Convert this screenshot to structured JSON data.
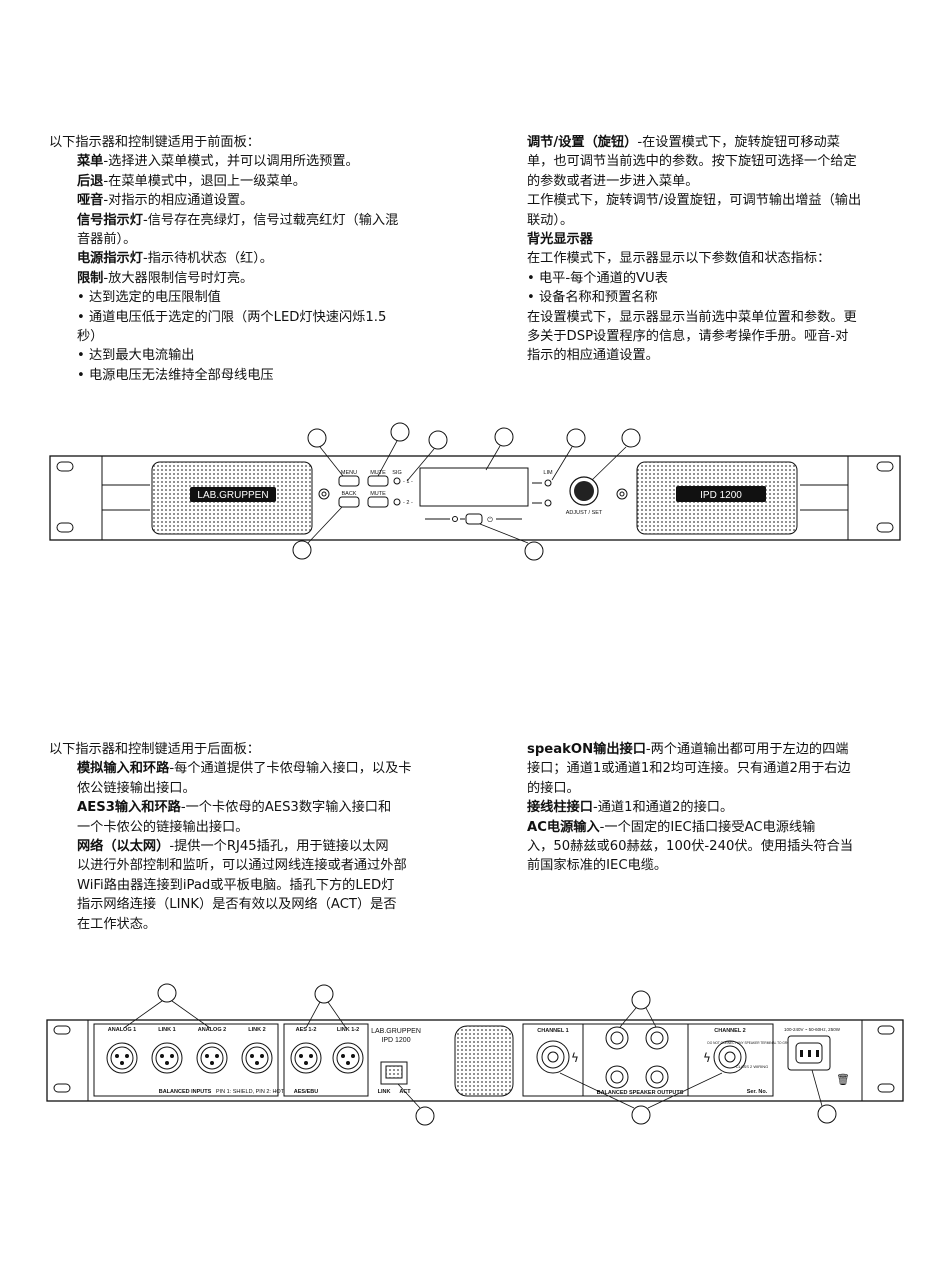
{
  "front": {
    "left": {
      "heading": "以下指示器和控制键适用于前面板：",
      "menu_term": "菜单",
      "menu_desc": "-选择进入菜单模式，并可以调用所选预置。",
      "back_term": "后退",
      "back_desc": "-在菜单模式中，退回上一级菜单。",
      "mute_term": "哑音",
      "mute_desc": "-对指示的相应通道设置。",
      "signal_term": "信号指示灯",
      "signal_desc_1": "-信号存在亮绿灯，信号过载亮红灯（输入混",
      "signal_desc_2": "音器前）。",
      "power_term": "电源指示灯",
      "power_desc": "-指示待机状态（红）。",
      "limit_term": "限制",
      "limit_desc": "-放大器限制信号时灯亮。",
      "bullet_1": "• 达到选定的电压限制值",
      "bullet_2a": "• 通道电压低于选定的门限（两个LED灯快速闪烁1.5",
      "bullet_2b": "秒）",
      "bullet_3": "• 达到最大电流输出",
      "bullet_4": "• 电源电压无法维持全部母线电压"
    },
    "right": {
      "adjust_term": "调节/设置（旋钮）",
      "adjust_l1": "-在设置模式下，旋转旋钮可移动菜",
      "adjust_l2": "单，也可调节当前选中的参数。按下旋钮可选择一个给定",
      "adjust_l3": "的参数或者进一步进入菜单。",
      "op_l1": "工作模式下，旋转调节/设置旋钮，可调节输出增益（输出",
      "op_l2": "联动）。",
      "backlit_term": "背光显示器",
      "backlit_l1": "在工作模式下，显示器显示以下参数值和状态指标：",
      "bullet_1": "• 电平-每个通道的VU表",
      "bullet_2": "• 设备名称和预置名称",
      "setup_l1": "在设置模式下，显示器显示当前选中菜单位置和参数。更",
      "setup_l2": "多关于DSP设置程序的信息，请参考操作手册。哑音-对",
      "setup_l3": "指示的相应通道设置。"
    },
    "panel": {
      "menu": "MENU",
      "back": "BACK",
      "mute1": "MUTE",
      "mute2": "MUTE",
      "sig": "SIG",
      "ch1": "- 1 -",
      "ch2": "- 2 -",
      "lim": "LIM",
      "adjust": "ADJUST / SET",
      "model": "IPD 1200",
      "brand": "LAB.GRUPPEN"
    }
  },
  "rear": {
    "left": {
      "heading": "以下指示器和控制键适用于后面板：",
      "analog_term": "模拟输入和环路",
      "analog_l1": "-每个通道提供了卡侬母输入接口，以及卡",
      "analog_l2": "侬公链接输出接口。",
      "aes_term": "AES3输入和环路",
      "aes_l1": "-一个卡侬母的AES3数字输入接口和",
      "aes_l2": "一个卡侬公的链接输出接口。",
      "net_term": "网络（以太网）",
      "net_l1": "-提供一个RJ45插孔，用于链接以太网",
      "net_l2": "以进行外部控制和监听，可以通过网线连接或者通过外部",
      "net_l3": "WiFi路由器连接到iPad或平板电脑。插孔下方的LED灯",
      "net_l4": "指示网络连接（LINK）是否有效以及网络（ACT）是否",
      "net_l5": "在工作状态。"
    },
    "right": {
      "speakon_term": "speakON输出接口",
      "speakon_l1": "-两个通道输出都可用于左边的四端",
      "speakon_l2": "接口；通道1或通道1和2均可连接。只有通道2用于右边",
      "speakon_l3": "的接口。",
      "post_term": "接线柱接口",
      "post_desc": "-通道1和通道2的接口。",
      "ac_term": "AC电源输入",
      "ac_l1": "-一个固定的IEC插口接受AC电源线输",
      "ac_l2": "入，50赫兹或60赫兹，100伏-240伏。使用插头符合当",
      "ac_l3": "前国家标准的IEC电缆。"
    },
    "panel": {
      "analog1": "ANALOG 1",
      "link1": "LINK 1",
      "analog2": "ANALOG 2",
      "link2": "LINK 2",
      "aes12": "AES 1-2",
      "link12": "LINK 1-2",
      "balanced_inputs": "BALANCED INPUTS",
      "pin_info": "PIN 1: SHIELD, PIN 2: HOT",
      "aesebu": "AES/EBU",
      "brand": "LAB.GRUPPEN",
      "model": "IPD 1200",
      "link": "LINK",
      "act": "ACT",
      "channel1": "CHANNEL 1",
      "channel2": "CHANNEL 2",
      "balanced_outputs": "BALANCED SPEAKER OUTPUTS",
      "ser_no": "Ser. No.",
      "warning": "DO NOT CONNECT ANY SPEAKER TERMINAL TO GROUND",
      "class2": "CLASS 2 WIRING",
      "mains": "100-240V ~ 50-60Hz, 250W"
    }
  }
}
